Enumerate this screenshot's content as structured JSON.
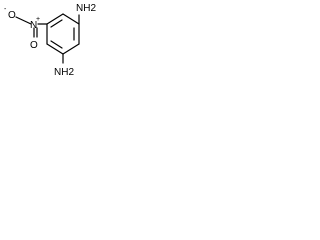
{
  "molecule": {
    "top_amine": "NH2",
    "nitro_nitrogen": "N",
    "nitro_plus": "+",
    "nitro_oxygen_left": "O",
    "nitro_minus": "-",
    "nitro_oxygen_bottom": "O",
    "bottom_amine": "NH2"
  }
}
